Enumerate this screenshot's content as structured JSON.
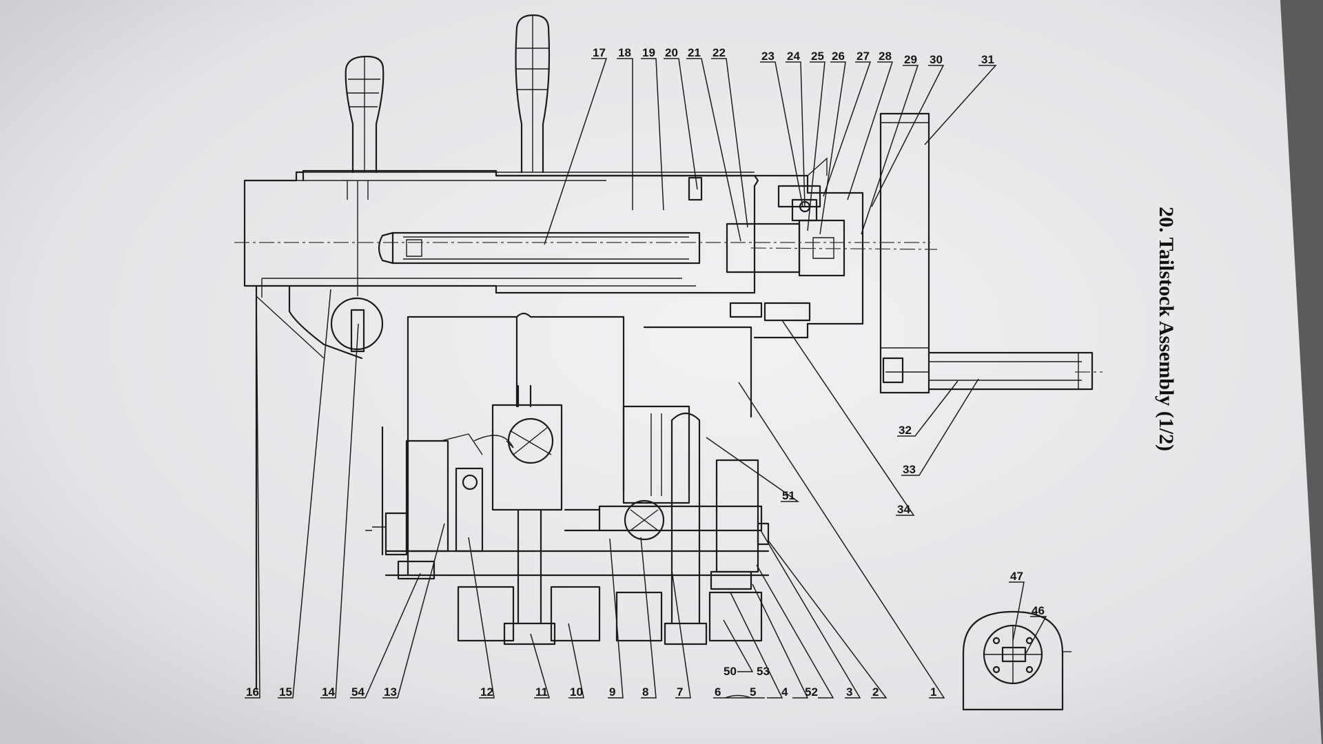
{
  "diagram": {
    "title": "20. Tailstock Assembly (1/2)",
    "callouts": {
      "c1": "1",
      "c2": "2",
      "c3": "3",
      "c4": "4",
      "c5": "5",
      "c6": "6",
      "c7": "7",
      "c8": "8",
      "c9": "9",
      "c10": "10",
      "c11": "11",
      "c12": "12",
      "c13": "13",
      "c14": "14",
      "c15": "15",
      "c16": "16",
      "c17": "17",
      "c18": "18",
      "c19": "19",
      "c20": "20",
      "c21": "21",
      "c22": "22",
      "c23": "23",
      "c24": "24",
      "c25": "25",
      "c26": "26",
      "c27": "27",
      "c28": "28",
      "c29": "29",
      "c30": "30",
      "c31": "31",
      "c32": "32",
      "c33": "33",
      "c34": "34",
      "c46": "46",
      "c47": "47",
      "c50": "50",
      "c51": "51",
      "c52": "52",
      "c53": "53",
      "c54": "54"
    }
  },
  "colors": {
    "paper": "#e9e9ea",
    "ink": "#1b1b1b",
    "background": "#5b5b5b"
  }
}
